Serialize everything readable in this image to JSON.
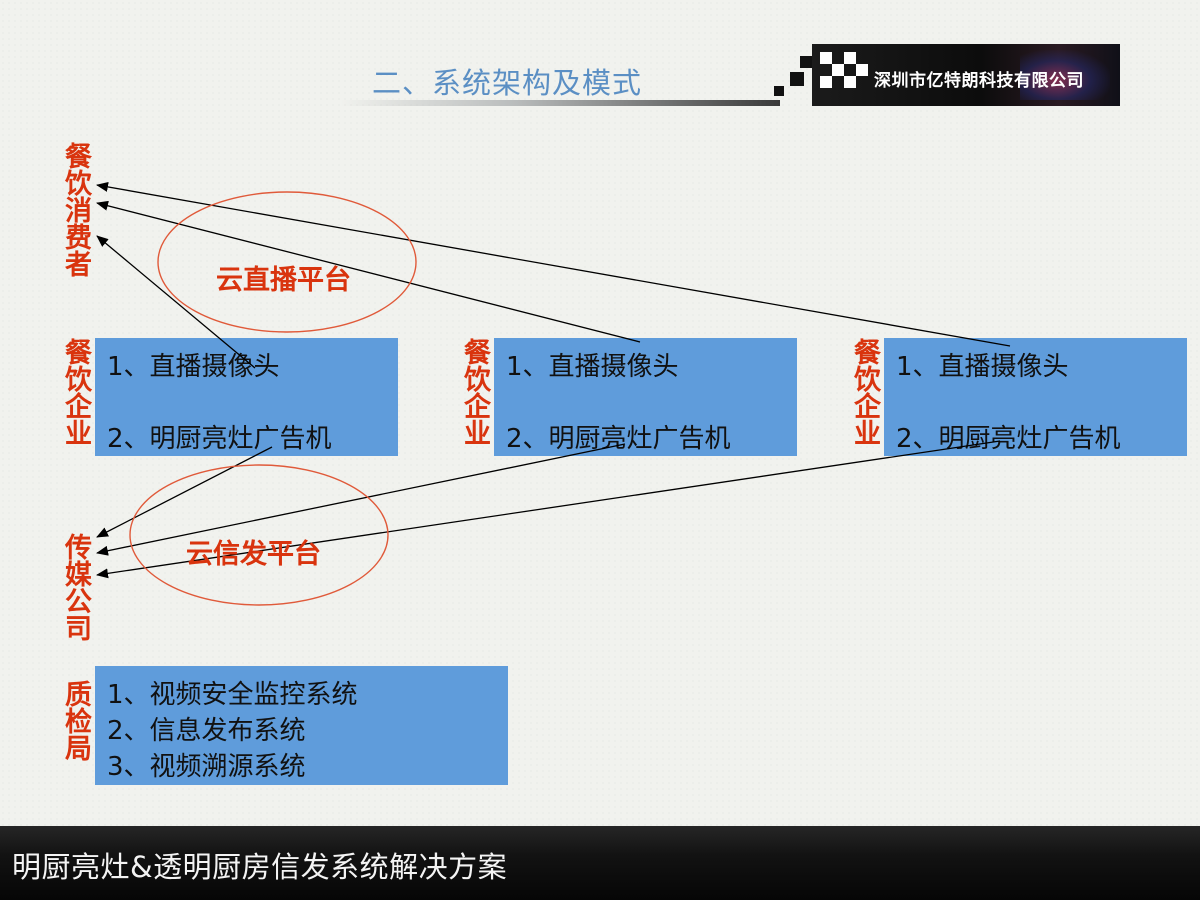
{
  "header": {
    "title": "二、系统架构及模式",
    "company": "深圳市亿特朗科技有限公司"
  },
  "labels": {
    "consumer": "餐饮消费者",
    "enterprise": "餐饮企业",
    "media": "传媒公司",
    "quality": "质检局"
  },
  "enterprise_boxes": [
    {
      "line1": "1、直播摄像头",
      "line2": "2、明厨亮灶广告机"
    },
    {
      "line1": "1、直播摄像头",
      "line2": "2、明厨亮灶广告机"
    },
    {
      "line1": "1、直播摄像头",
      "line2": "2、明厨亮灶广告机"
    }
  ],
  "platforms": {
    "live": "云直播平台",
    "info": "云信发平台"
  },
  "quality_box": {
    "line1": "1、视频安全监控系统",
    "line2": "2、信息发布系统",
    "line3": "3、视频溯源系统"
  },
  "footer": {
    "text": "明厨亮灶&透明厨房信发系统解决方案"
  },
  "colors": {
    "label": "#d9340e",
    "box": "#5f9cdb",
    "title": "#5b8fc4",
    "ellipse": "#e05a3a"
  }
}
